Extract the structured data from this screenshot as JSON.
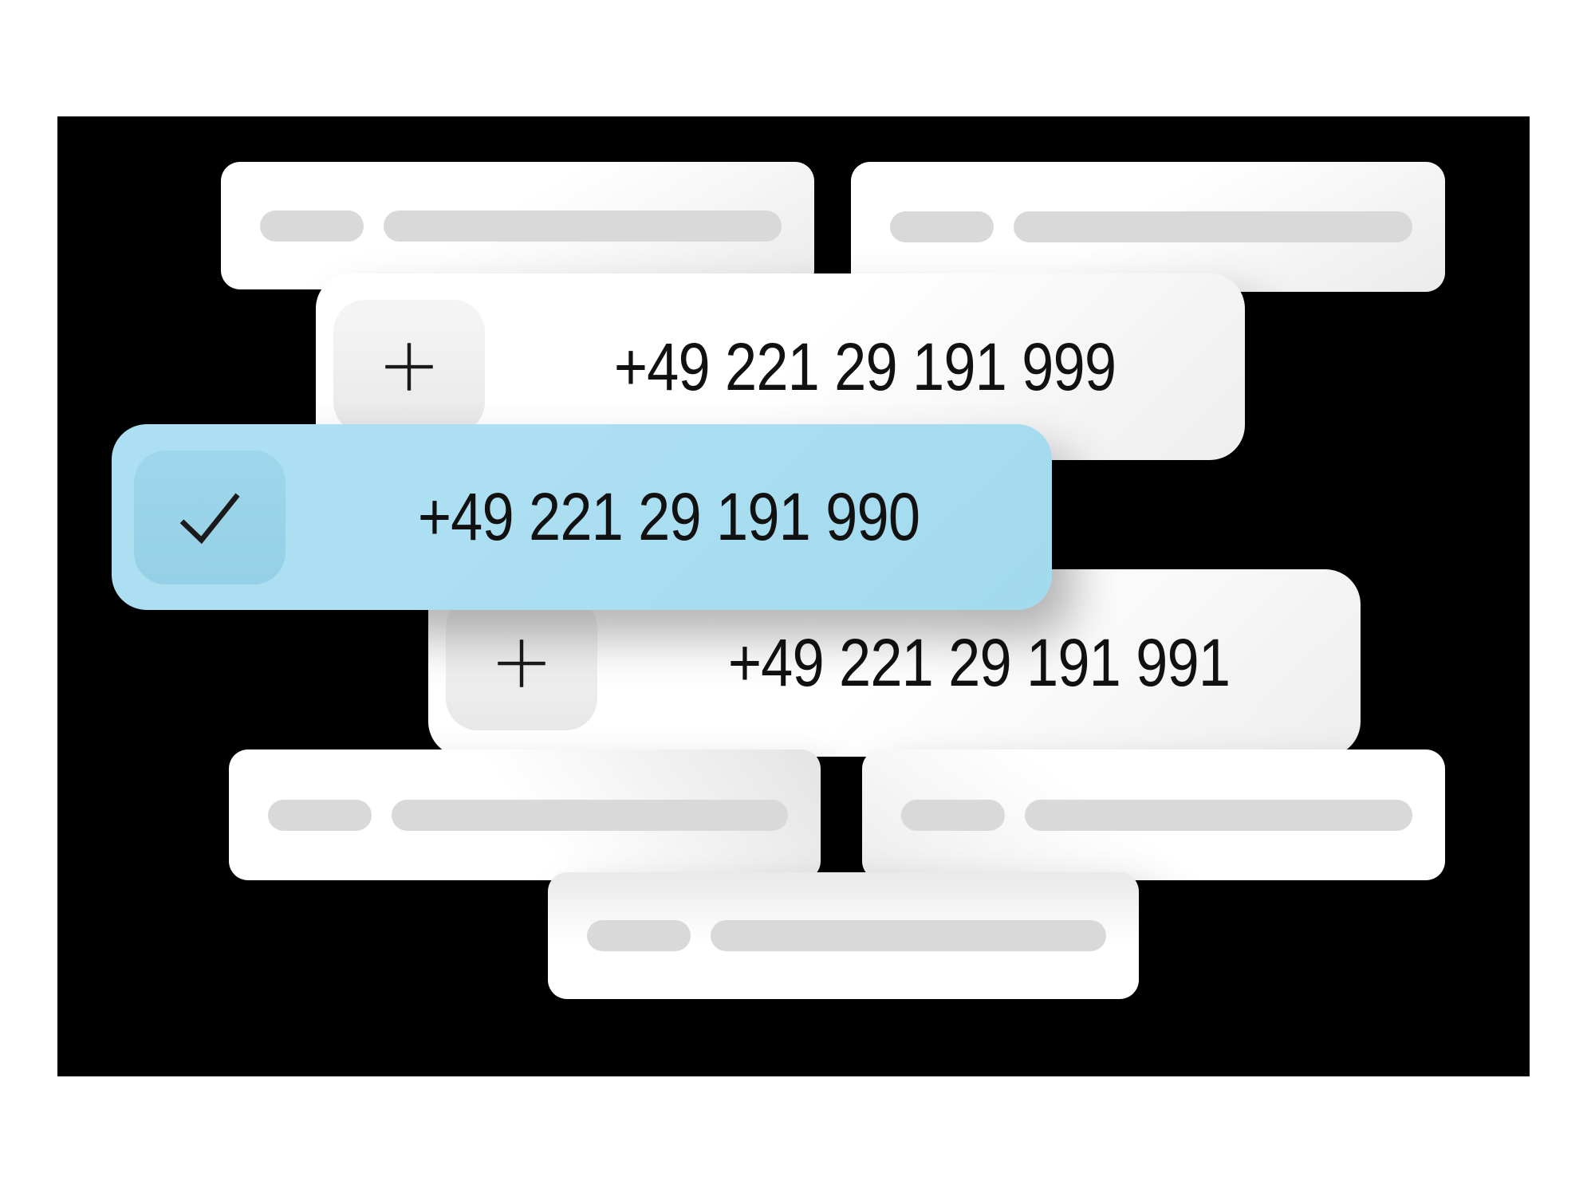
{
  "colors": {
    "background_panel": "#000000",
    "page": "#ffffff",
    "card": "#ffffff",
    "selected_card": "#aadef2",
    "selected_icon_box": "#9bd3e9",
    "icon_box": "#efefef",
    "placeholder_pill": "#d9d9d9",
    "text": "#111111"
  },
  "phone_options": [
    {
      "number": "+49 221 29 191 999",
      "icon": "plus-icon",
      "selected": false
    },
    {
      "number": "+49 221 29 191 990",
      "icon": "checkmark-icon",
      "selected": true
    },
    {
      "number": "+49 221 29 191 991",
      "icon": "plus-icon",
      "selected": false
    }
  ]
}
